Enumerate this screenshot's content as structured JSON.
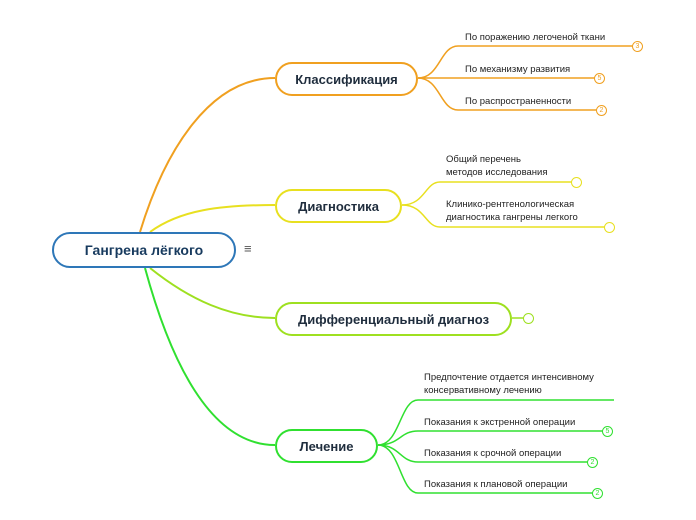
{
  "root": {
    "label": "Гангрена лёгкого"
  },
  "branches": [
    {
      "label": "Классификация",
      "color": "#f0a020",
      "leaves": [
        {
          "label": "По поражению легоченой ткани",
          "count": "3"
        },
        {
          "label": "По механизму развития",
          "count": "5"
        },
        {
          "label": "По распространенности",
          "count": "2"
        }
      ]
    },
    {
      "label": "Диагностика",
      "color": "#e8e020",
      "leaves": [
        {
          "label": "Общий перечень\nметодов исследования",
          "count": ""
        },
        {
          "label": "Клинико-рентгенологическая\nдиагностика гангрены легкого",
          "count": ""
        }
      ]
    },
    {
      "label": "Дифференциальный диагноз",
      "color": "#9ee020",
      "count": "",
      "leaves": []
    },
    {
      "label": "Лечение",
      "color": "#30e030",
      "leaves": [
        {
          "label": "Предпочтение отдается интенсивному\nконсервативному лечению",
          "count": ""
        },
        {
          "label": "Показания к экстренной операции",
          "count": "5"
        },
        {
          "label": "Показания к срочной операции",
          "count": "2"
        },
        {
          "label": "Показания к плановой операции",
          "count": "2"
        }
      ]
    }
  ]
}
